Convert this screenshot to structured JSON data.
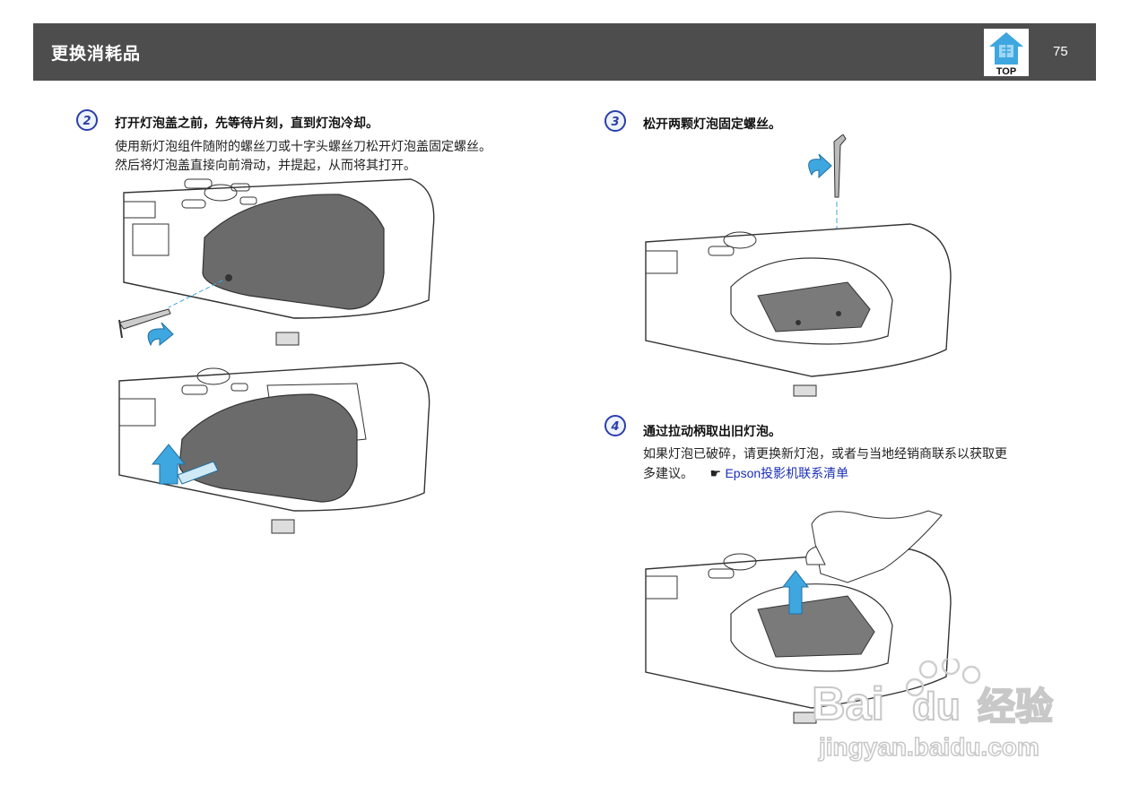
{
  "header": {
    "title": "更换消耗品",
    "top_label": "TOP",
    "page_number": "75"
  },
  "steps": [
    {
      "number": "2",
      "title": "打开灯泡盖之前，先等待片刻，直到灯泡冷却。",
      "body_lines": [
        "使用新灯泡组件随附的螺丝刀或十字头螺丝刀松开灯泡盖固定螺丝。",
        "然后将灯泡盖直接向前滑动，并提起，从而将其打开。"
      ]
    },
    {
      "number": "3",
      "title": "松开两颗灯泡固定螺丝。"
    },
    {
      "number": "4",
      "title": "通过拉动柄取出旧灯泡。",
      "body_lines": [
        "如果灯泡已破碎，请更换新灯泡，或者与当地经销商联系以获取更",
        "多建议。"
      ],
      "pointer": "☛",
      "link_text": "Epson投影机联系清单"
    }
  ],
  "watermark": {
    "brand": "Bai",
    "brand2": "du",
    "brand_cn": "经验",
    "url": "jingyan.baidu.com"
  }
}
